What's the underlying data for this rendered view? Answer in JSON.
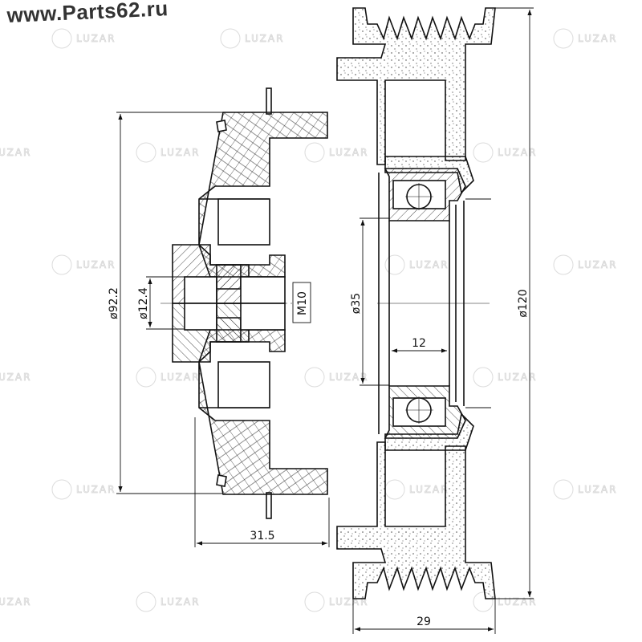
{
  "site": {
    "label": "www.Parts62.ru"
  },
  "watermark": {
    "brand": "LUZAR"
  },
  "dimensions": {
    "hub_outer_diameter": "ø92.2",
    "hub_bore_diameter": "ø12.4",
    "thread": "M10",
    "bearing_bore": "ø35",
    "bearing_width": "12",
    "pulley_diameter": "ø120",
    "hub_width": "31.5",
    "pulley_width": "29"
  },
  "colors": {
    "line": "#111111",
    "watermark": "#d6d6d6",
    "site_text": "#333333"
  }
}
